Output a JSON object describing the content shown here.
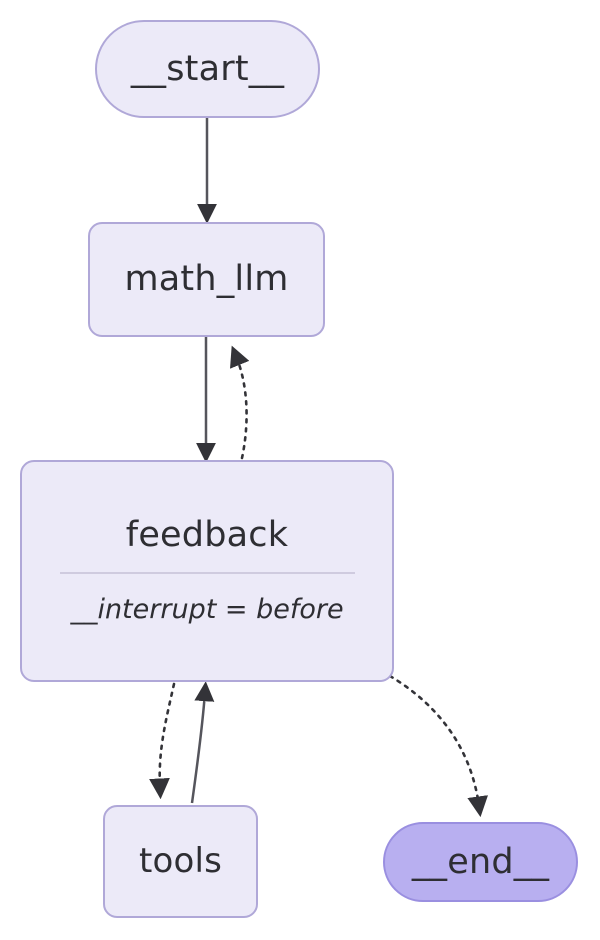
{
  "diagram": {
    "type": "flowchart",
    "orientation": "top-down",
    "background_color": "#ffffff",
    "palette": {
      "node_fill": "#eceaf8",
      "node_border": "#b0a8d8",
      "terminal_fill": "#b8aff0",
      "terminal_border": "#9a8fe0",
      "edge_color": "#333338",
      "divider_color": "#cfcbdf",
      "text_color": "#2e2e33"
    },
    "nodes": [
      {
        "id": "start",
        "label": "__start__",
        "shape": "pill",
        "style": "default"
      },
      {
        "id": "math_llm",
        "label": "math_llm",
        "shape": "rounded-rect",
        "style": "default"
      },
      {
        "id": "feedback",
        "label": "feedback",
        "subtitle": "__interrupt = before",
        "shape": "rounded-rect",
        "style": "default",
        "has_divider": true
      },
      {
        "id": "tools",
        "label": "tools",
        "shape": "rounded-rect",
        "style": "default"
      },
      {
        "id": "end",
        "label": "__end__",
        "shape": "pill",
        "style": "terminal"
      }
    ],
    "edges": [
      {
        "from": "start",
        "to": "math_llm",
        "line": "solid",
        "arrow": "down"
      },
      {
        "from": "math_llm",
        "to": "feedback",
        "line": "solid",
        "arrow": "down"
      },
      {
        "from": "feedback",
        "to": "math_llm",
        "line": "dotted",
        "arrow": "up"
      },
      {
        "from": "feedback",
        "to": "tools",
        "line": "dotted",
        "arrow": "down"
      },
      {
        "from": "tools",
        "to": "feedback",
        "line": "solid",
        "arrow": "up"
      },
      {
        "from": "feedback",
        "to": "end",
        "line": "dotted",
        "arrow": "down"
      }
    ]
  }
}
